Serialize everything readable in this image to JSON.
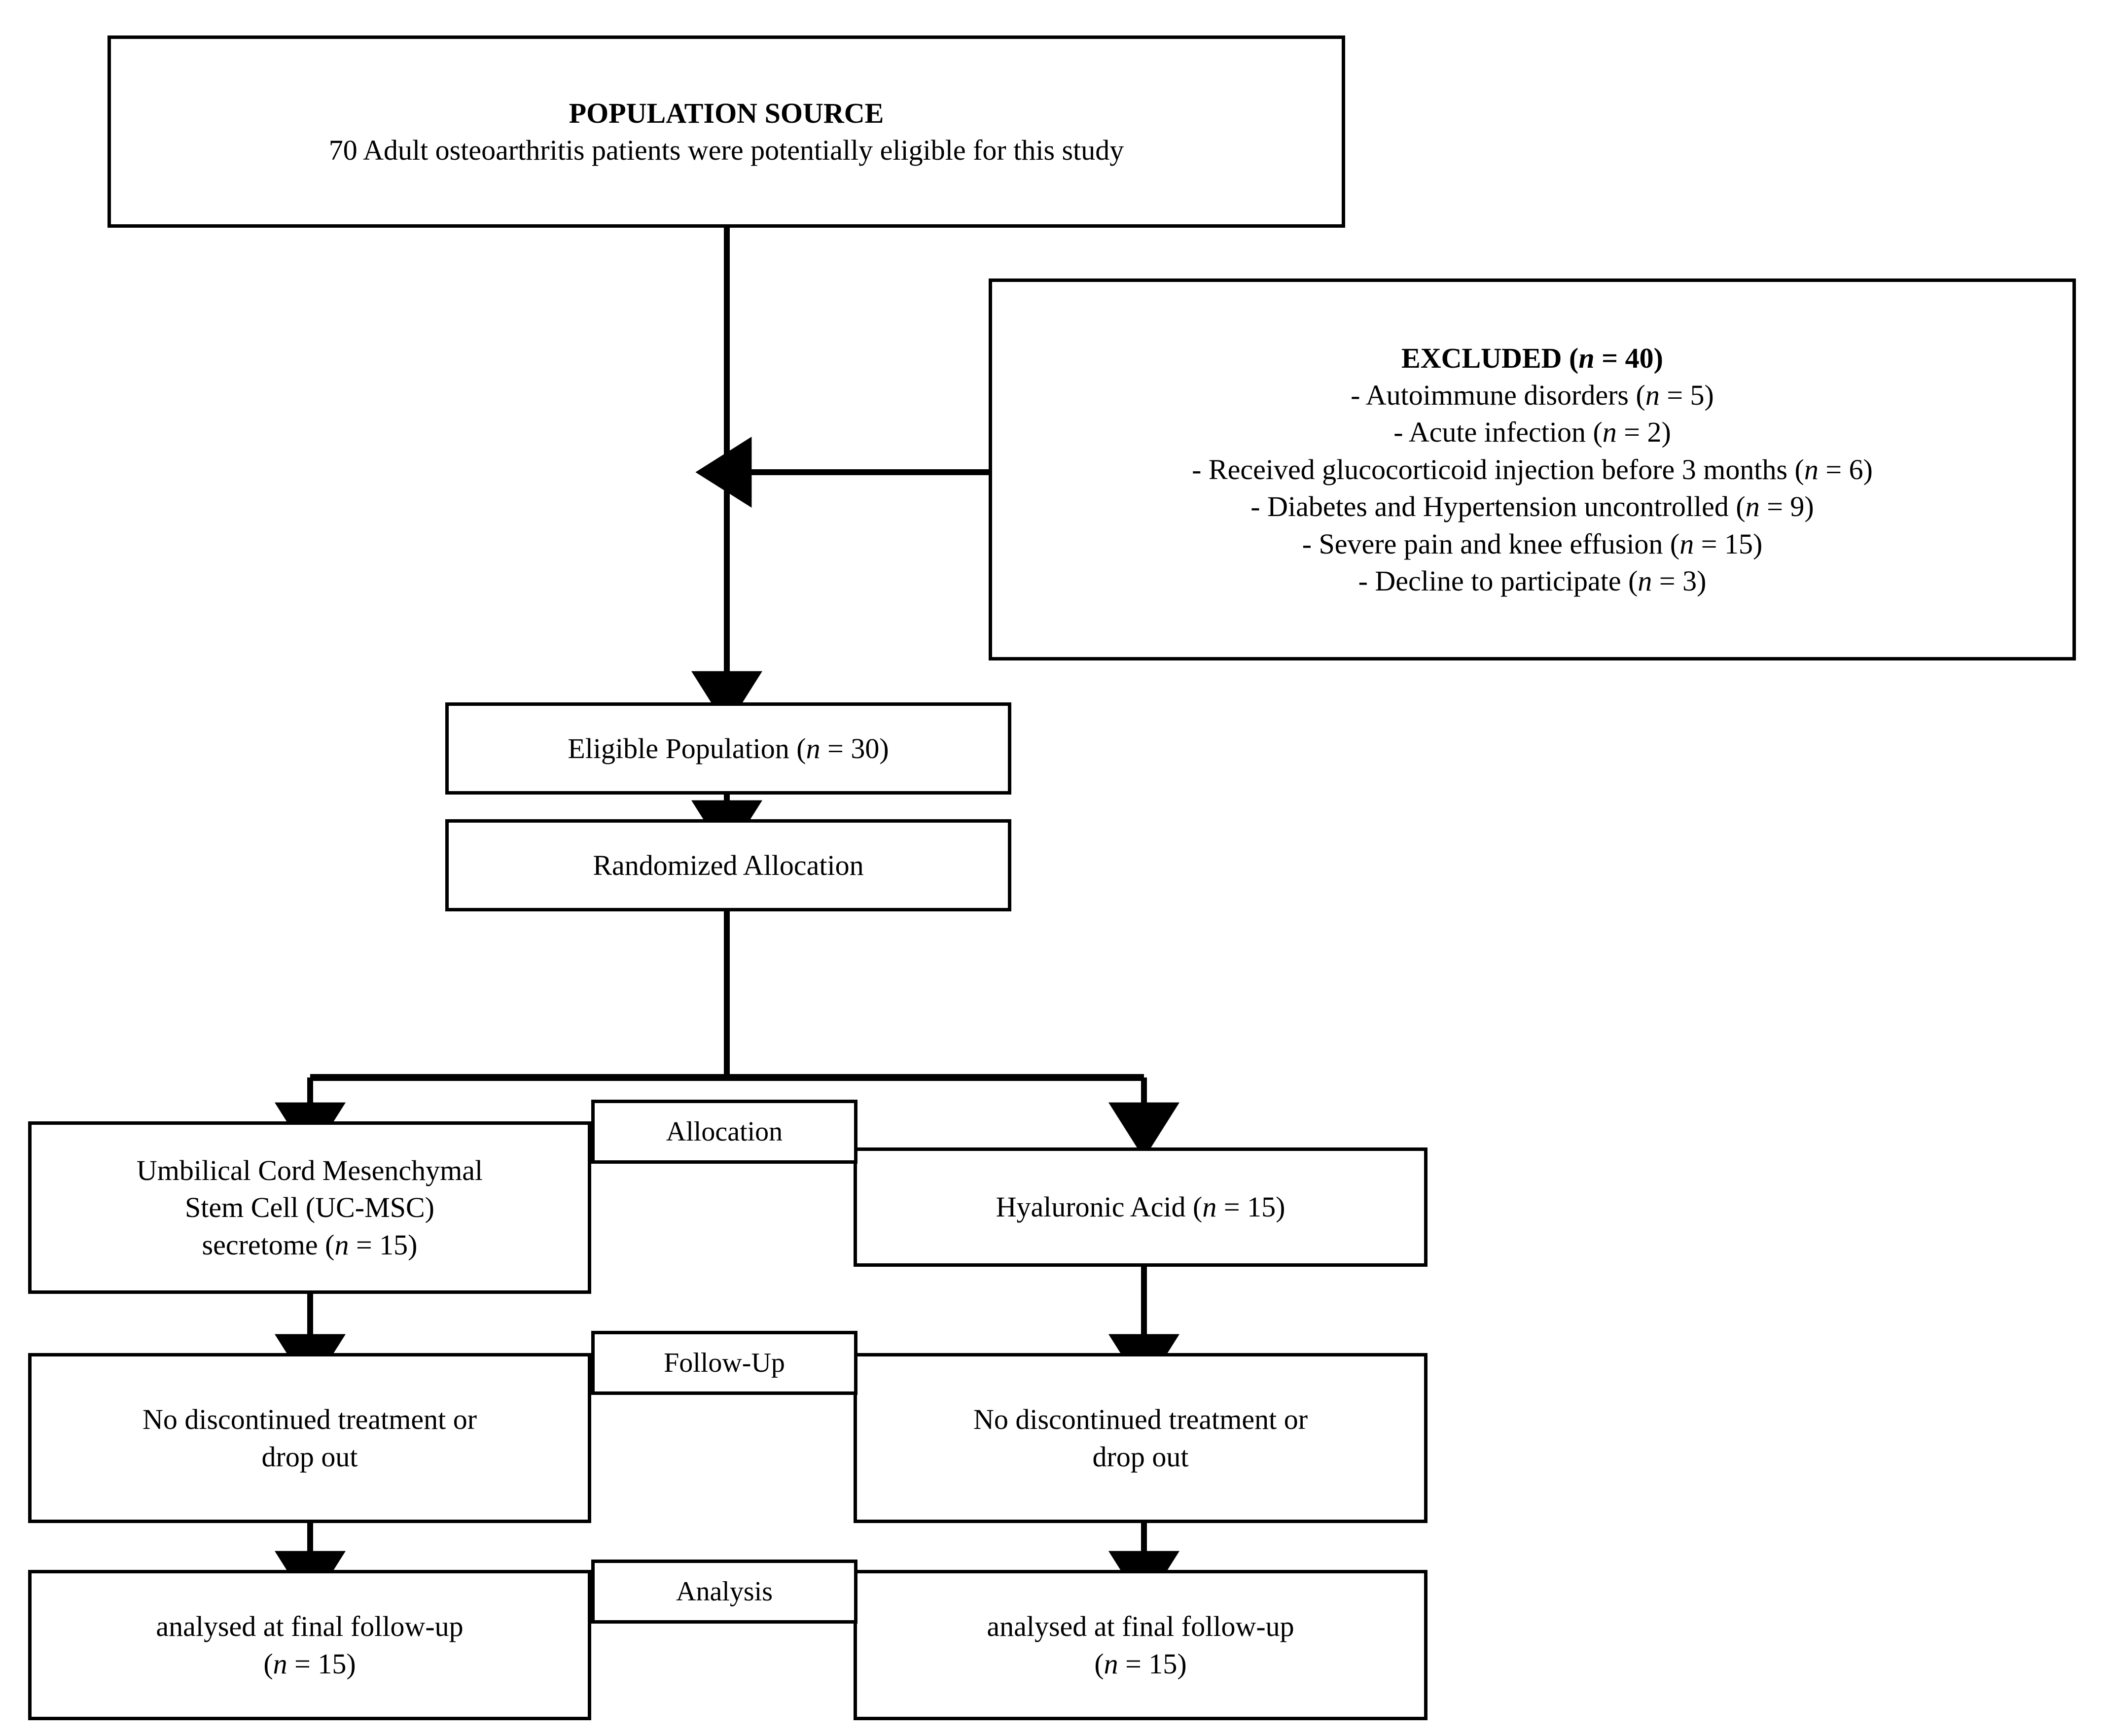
{
  "diagram": {
    "type": "flowchart",
    "title_node": {
      "name": "population-source",
      "heading": "POPULATION SOURCE",
      "body": "70 Adult osteoarthritis patients were potentially eligible for this study"
    },
    "excluded_node": {
      "name": "excluded",
      "heading_prefix": "EXCLUDED (",
      "heading_n": "n",
      "heading_suffix": " = 40)",
      "items": [
        "- Autoimmune disorders (n = 5)",
        "-   Acute infection (n = 2)",
        "-   Received glucocorticoid injection before 3 months (n = 6)",
        "-   Diabetes and Hypertension uncontrolled (n = 9)",
        "-   Severe pain and knee effusion (n = 15)",
        "-   Decline to participate (n = 3)"
      ]
    },
    "eligible_node": {
      "label": "Eligible Population (n = 30)"
    },
    "randomized_node": {
      "label": "Randomized Allocation"
    },
    "stage_labels": {
      "allocation": "Allocation",
      "follow_up": "Follow-Up",
      "analysis": "Analysis"
    },
    "left_arm": {
      "allocation_line1": "Umbilical Cord Mesenchymal",
      "allocation_line2": "Stem Cell (UC-MSC)",
      "allocation_line3": "secretome (n = 15)",
      "followup_line1": "No discontinued treatment or",
      "followup_line2": "drop out",
      "analysis_line1": "analysed at final follow-up",
      "analysis_line2": "(n = 15)"
    },
    "right_arm": {
      "allocation_line1": "Hyaluronic Acid (n = 15)",
      "followup_line1": "No discontinued treatment or",
      "followup_line2": "drop out",
      "analysis_line1": "analysed at final follow-up",
      "analysis_line2": "(n = 15)"
    },
    "colors": {
      "stroke": "#000000",
      "background": "#ffffff",
      "text": "#000000"
    }
  }
}
